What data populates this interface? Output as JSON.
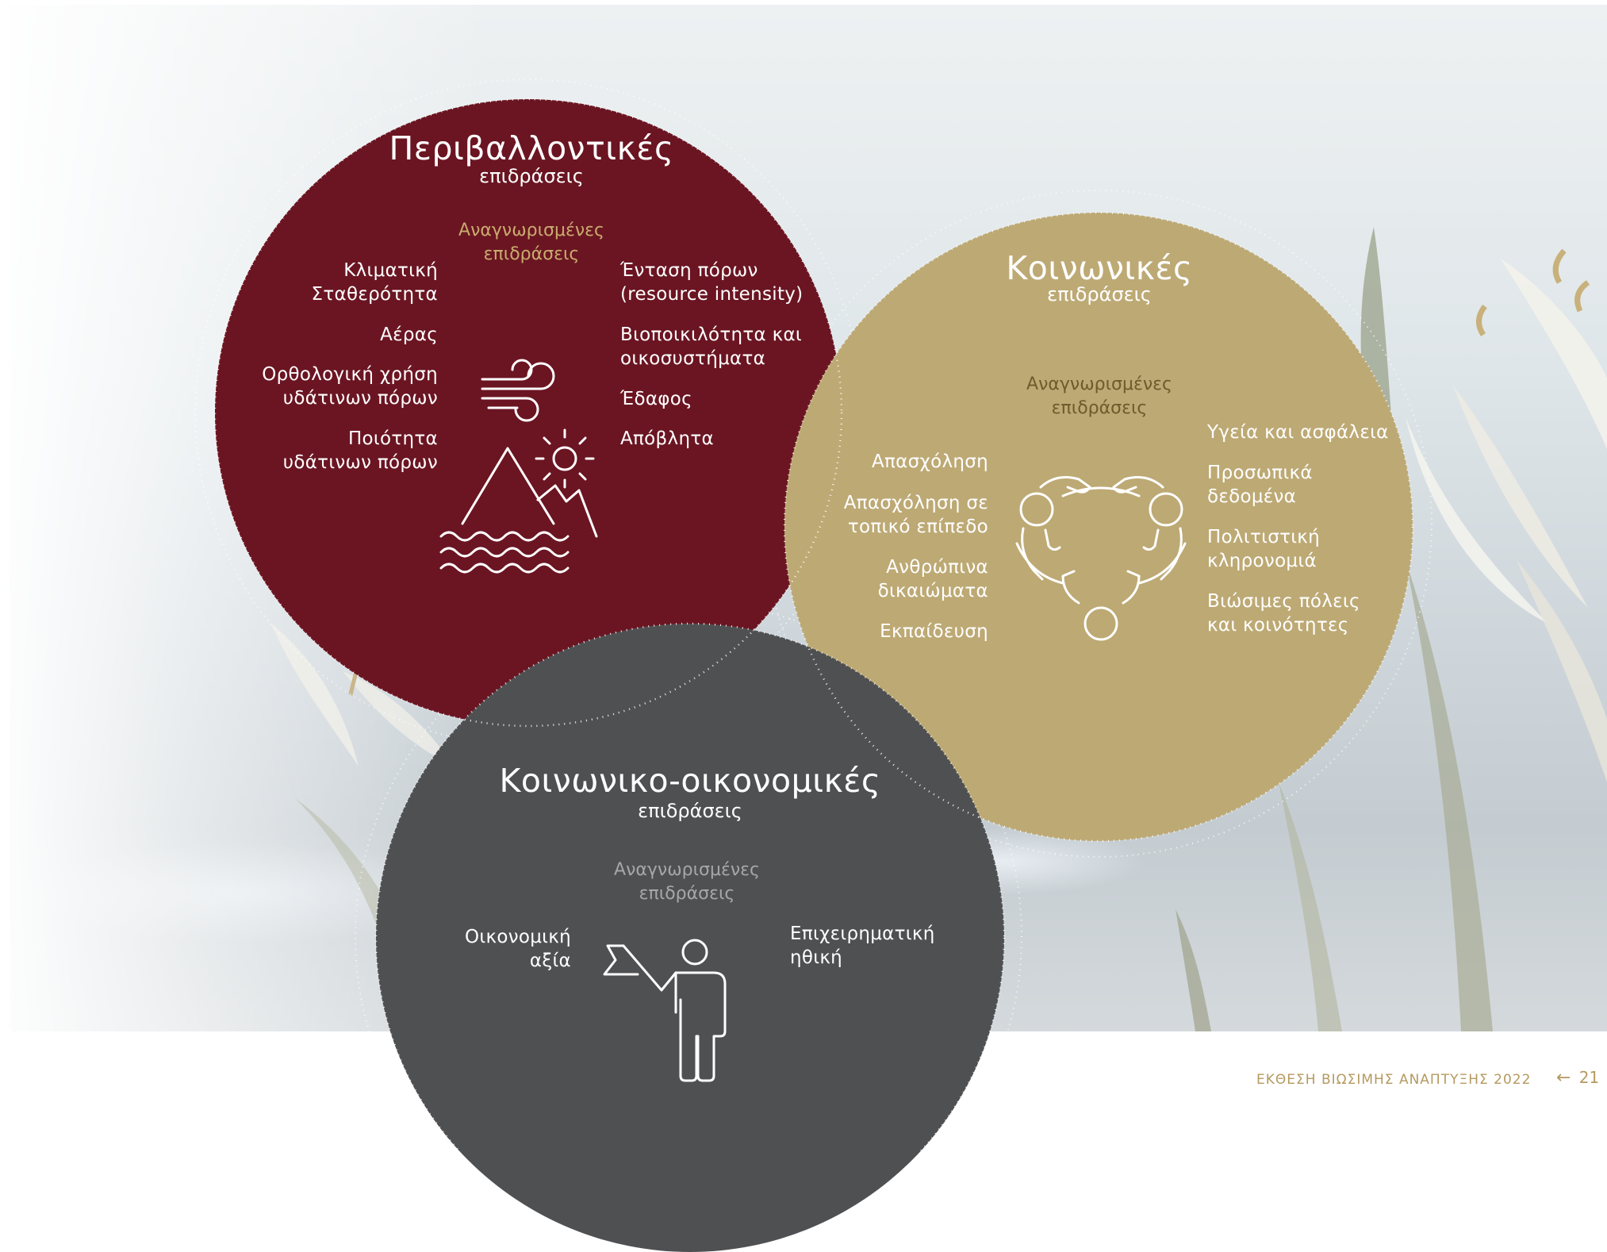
{
  "environmental": {
    "title": "Περιβαλλοντικές",
    "subtitle": "επιδράσεις",
    "recognized": [
      "Αναγνωρισμένες",
      "επιδράσεις"
    ],
    "left_items": [
      [
        "Κλιματική",
        "Σταθερότητα"
      ],
      [
        "Αέρας"
      ],
      [
        "Ορθολογική χρήση",
        "υδάτινων πόρων"
      ],
      [
        "Ποιότητα",
        "υδάτινων πόρων"
      ]
    ],
    "right_items": [
      [
        "Ένταση πόρων",
        "(resource intensity)"
      ],
      [
        "Βιοποικιλότητα και",
        "οικοσυστήματα"
      ],
      [
        "Έδαφος"
      ],
      [
        "Απόβλητα"
      ]
    ],
    "icons": [
      "wind-icon",
      "mountain-sun-water-icon"
    ],
    "color": "#6b1522"
  },
  "social": {
    "title": "Κοινωνικές",
    "subtitle": "επιδράσεις",
    "recognized": [
      "Αναγνωρισμένες",
      "επιδράσεις"
    ],
    "left_items": [
      [
        "Απασχόληση"
      ],
      [
        "Απασχόληση σε",
        "τοπικό επίπεδο"
      ],
      [
        "Ανθρώπινα",
        "δικαιώματα"
      ],
      [
        "Εκπαίδευση"
      ]
    ],
    "right_items": [
      [
        "Υγεία και ασφάλεια"
      ],
      [
        "Προσωπικά",
        "δεδομένα"
      ],
      [
        "Πολιτιστική",
        "κληρονομιά"
      ],
      [
        "Βιώσιμες πόλεις",
        "και κοινότητες"
      ]
    ],
    "icons": [
      "community-handshake-icon"
    ],
    "color": "#bda974"
  },
  "socioeconomic": {
    "title": "Κοινωνικο-οικονομικές",
    "subtitle": "επιδράσεις",
    "recognized": [
      "Αναγνωρισμένες",
      "επιδράσεις"
    ],
    "left_items": [
      [
        "Οικονομική",
        "αξία"
      ]
    ],
    "right_items": [
      [
        "Επιχειρηματική",
        "ηθική"
      ]
    ],
    "icons": [
      "person-flag-icon"
    ],
    "color": "#4f5052"
  },
  "footer": {
    "report_title": "ΕΚΘΕΣΗ ΒΙΩΣΙΜΗΣ ΑΝΑΠΤΥΞΗΣ 2022",
    "page_number": "21",
    "icons": [
      "arrow-left-icon",
      "arrow-right-icon"
    ],
    "accent_color": "#b59a5f"
  }
}
